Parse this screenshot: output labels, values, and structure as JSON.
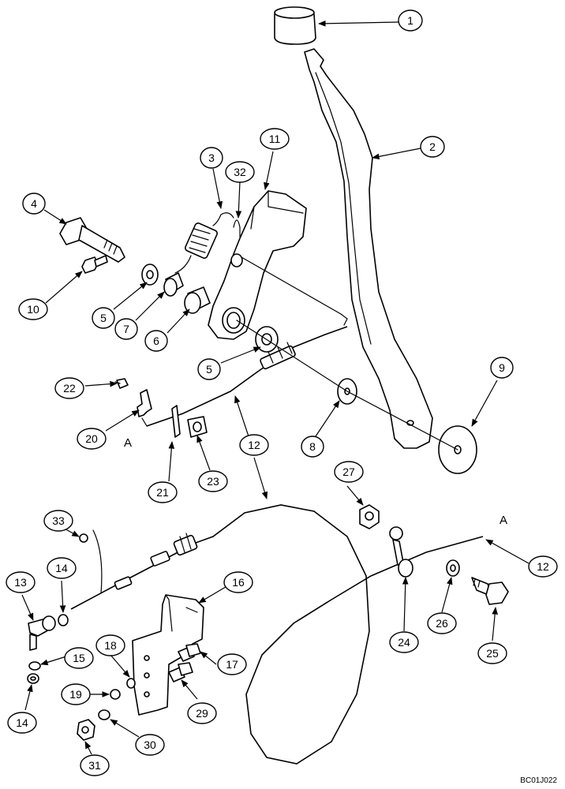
{
  "diagram": {
    "callouts": [
      "1",
      "2",
      "3",
      "4",
      "5",
      "6",
      "7",
      "8",
      "9",
      "10",
      "11",
      "12",
      "13",
      "14",
      "15",
      "16",
      "17",
      "18",
      "19",
      "20",
      "21",
      "22",
      "23",
      "24",
      "25",
      "26",
      "27",
      "29",
      "30",
      "31",
      "32",
      "33"
    ],
    "reference_letter": "A",
    "drawing_code": "BC01J022"
  }
}
